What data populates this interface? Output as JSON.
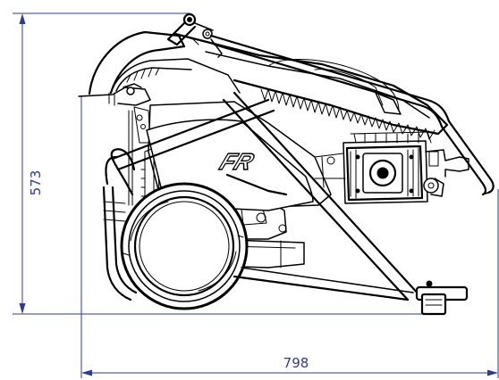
{
  "dimensions": {
    "height": "573",
    "width": "798"
  },
  "logo": {
    "text": "FR"
  },
  "colors": {
    "dimension_lines": "#2d3c8c",
    "drawing_lines": "#000000",
    "background": "#ffffff"
  }
}
